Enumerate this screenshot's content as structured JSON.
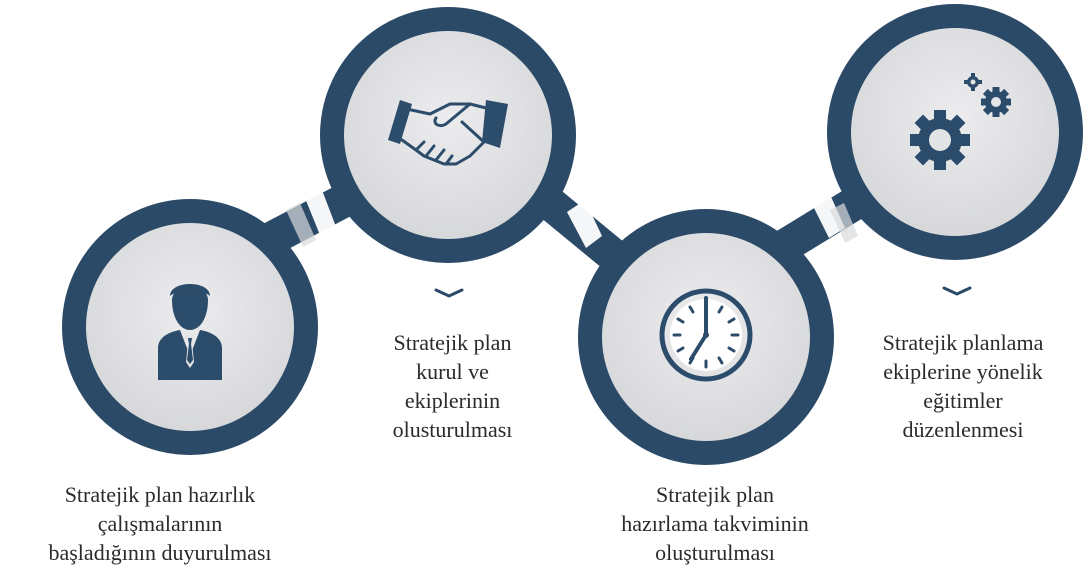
{
  "colors": {
    "ring": "#2b4a68",
    "inner": "#e3e4e6",
    "icon": "#2c4c6b",
    "text": "#2b2b2b"
  },
  "steps": [
    {
      "icon": "businessman-icon",
      "lines": [
        "Stratejik plan hazırlık",
        "çalışmalarının",
        "başladığının duyurulması"
      ]
    },
    {
      "icon": "handshake-icon",
      "lines": [
        "Stratejik plan",
        "kurul ve",
        "ekiplerinin",
        "olusturulması"
      ]
    },
    {
      "icon": "clock-icon",
      "lines": [
        "Stratejik plan",
        "hazırlama takviminin",
        "oluşturulması"
      ]
    },
    {
      "icon": "gears-icon",
      "lines": [
        "Stratejik planlama",
        "ekiplerine yönelik",
        "eğitimler",
        "düzenlenmesi"
      ]
    }
  ]
}
